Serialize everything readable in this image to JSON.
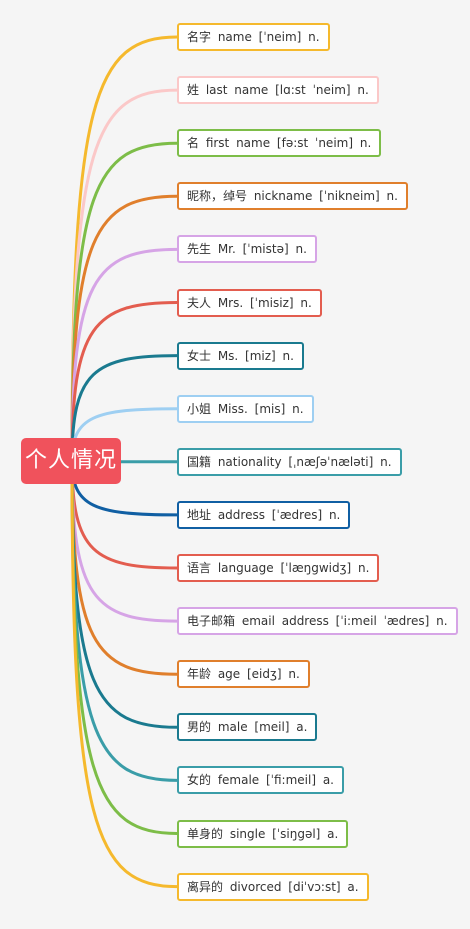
{
  "root": {
    "label": "个人情况",
    "color": "#f0525c"
  },
  "branches": [
    {
      "label": "名字  name  [ˈneim]  n.",
      "color": "#f5b92d"
    },
    {
      "label": "姓  last  name  [lɑ:st  ˈneim]  n.",
      "color": "#fbc8c8"
    },
    {
      "label": "名  first  name  [fə:st  ˈneim]  n.",
      "color": "#7dbd48"
    },
    {
      "label": "昵称，绰号  nickname  [ˈnikneim]  n.",
      "color": "#e07f2c"
    },
    {
      "label": "先生  Mr.  [ˈmistə]  n.",
      "color": "#d6a4e6"
    },
    {
      "label": "夫人  Mrs.  [ˈmisiz]  n.",
      "color": "#e35d4f"
    },
    {
      "label": "女士  Ms.  [miz]  n.",
      "color": "#1a7a8f"
    },
    {
      "label": "小姐  Miss.  [mis]  n.",
      "color": "#9ecff2"
    },
    {
      "label": "国籍  nationality  [ˌnæʃəˈnæləti]  n.",
      "color": "#3a9da8"
    },
    {
      "label": "地址  address  [ˈædres]  n.",
      "color": "#105fa3"
    },
    {
      "label": "语言  language  [ˈlæŋgwidʒ]  n.",
      "color": "#e35d4f"
    },
    {
      "label": "电子邮箱  email  address  [ˈi:meil  ˈædres]  n.",
      "color": "#d6a4e6"
    },
    {
      "label": "年龄  age  [eidʒ]  n.",
      "color": "#e07f2c"
    },
    {
      "label": "男的  male  [meil]  a.",
      "color": "#1a7a8f"
    },
    {
      "label": "女的  female  [ˈfi:meil]  a.",
      "color": "#3a9da8"
    },
    {
      "label": "单身的  single  [ˈsiŋgəl]  a.",
      "color": "#7dbd48"
    },
    {
      "label": "离异的  divorced  [diˈvɔ:st]  a.",
      "color": "#f5b92d"
    }
  ]
}
